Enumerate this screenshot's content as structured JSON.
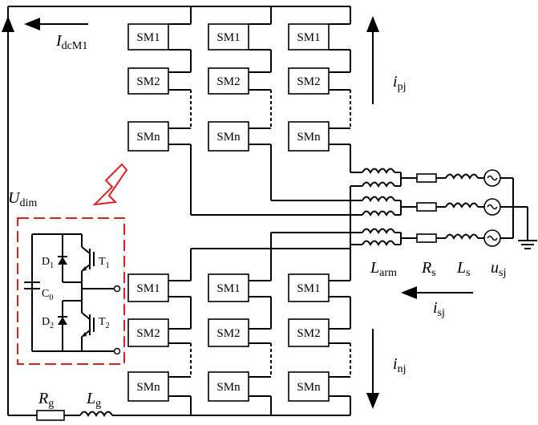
{
  "submodules": {
    "sm1": "SM1",
    "sm2": "SM2",
    "smn": "SMn"
  },
  "labels": {
    "idc_main": "I",
    "idc_sub": "dcM1",
    "udc_main": "U",
    "udc_sub": "dim",
    "ipj_main": "i",
    "ipj_sub": "pj",
    "inj_main": "i",
    "inj_sub": "nj",
    "isj_main": "i",
    "isj_sub": "sj",
    "larm_main": "L",
    "larm_sub": "arm",
    "rs_main": "R",
    "rs_sub": "s",
    "ls_main": "L",
    "ls_sub": "s",
    "usj_main": "u",
    "usj_sub": "sj",
    "rg_main": "R",
    "rg_sub": "g",
    "lg_main": "L",
    "lg_sub": "g"
  },
  "detail": {
    "d1": "D",
    "d1_sub": "1",
    "t1": "T",
    "t1_sub": "1",
    "d2": "D",
    "d2_sub": "2",
    "t2": "T",
    "t2_sub": "2",
    "c0": "C",
    "c0_sub": "0"
  },
  "colors": {
    "wire": "#000000",
    "highlight": "#e02020"
  }
}
